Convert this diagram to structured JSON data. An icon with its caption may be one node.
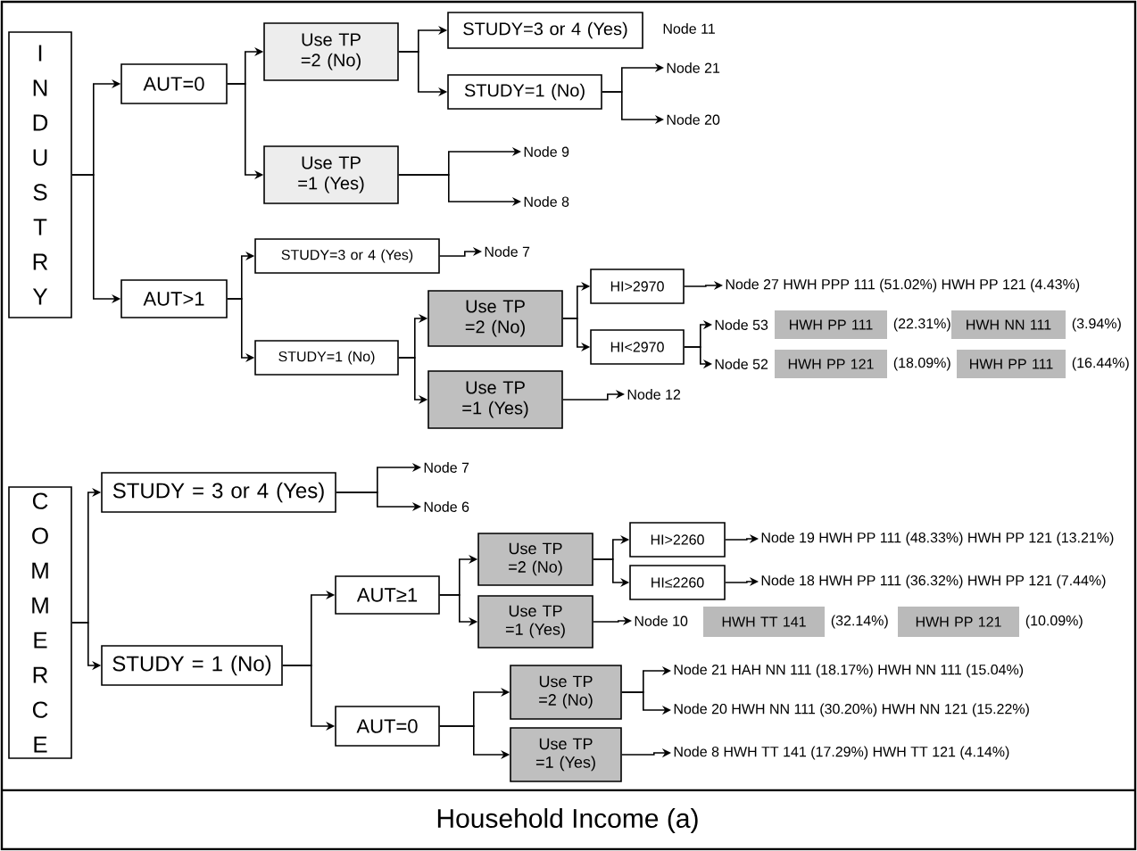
{
  "diagram": {
    "caption": "Household Income (a)",
    "nodes": [
      {
        "text": [
          "I N D U S T R Y"
        ]
      },
      {
        "text": [
          "AUT=0"
        ]
      },
      {
        "text": [
          "Use TP =2 (No)"
        ]
      },
      {
        "text": [
          "STUDY=3 or 4 (Yes)"
        ],
        "beside": [
          "Node 11"
        ]
      },
      {
        "text": [
          "STUDY=1 (No)"
        ]
      },
      {
        "text": [
          "Node 21"
        ]
      },
      {
        "text": [
          "Node 20"
        ]
      },
      {
        "text": [
          "Use TP =1 (Yes)"
        ]
      },
      {
        "text": [
          "Node 9"
        ]
      },
      {
        "text": [
          "Node 8"
        ]
      },
      {
        "text": [
          "AUT>1"
        ]
      },
      {
        "text": [
          "STUDY=3 or 4 (Yes)"
        ]
      },
      {
        "text": [
          "Node 7"
        ]
      },
      {
        "text": [
          "STUDY=1 (No)"
        ]
      },
      {
        "text": [
          "Use TP =2 (No)"
        ]
      },
      {
        "text": [
          "Use TP =1 (Yes)"
        ]
      },
      {
        "text": [
          "HI>2970"
        ]
      },
      {
        "text": [
          "HI<2970"
        ]
      },
      {
        "text": [
          "Node 27 HWH PPP 111 (51.02%) HWH PP 121 (4.43%)"
        ]
      },
      {
        "text": [
          "Node 53"
        ]
      },
      {
        "text": [
          "HWH PP 111"
        ],
        "beside": [
          "(22.31%)"
        ]
      },
      {
        "text": [
          "HWH NN 111"
        ],
        "beside": [
          "(3.94%)"
        ]
      },
      {
        "text": [
          "Node 52"
        ]
      },
      {
        "text": [
          "HWH PP 121"
        ],
        "beside": [
          "(18.09%)"
        ]
      },
      {
        "text": [
          "HWH PP 111"
        ],
        "beside": [
          "(16.44%)"
        ]
      },
      {
        "text": [
          "Node 12"
        ]
      },
      {
        "text": [
          "C O M M E R C E"
        ]
      },
      {
        "text": [
          "STUDY = 3 or 4 (Yes)"
        ]
      },
      {
        "text": [
          "Node 7"
        ]
      },
      {
        "text": [
          "Node 6"
        ]
      },
      {
        "text": [
          "STUDY = 1 (No)"
        ]
      },
      {
        "text": [
          "AUT≥1"
        ]
      },
      {
        "text": [
          "AUT=0"
        ]
      },
      {
        "text": [
          "Use TP =2 (No)"
        ]
      },
      {
        "text": [
          "Use TP =1 (Yes)"
        ]
      },
      {
        "text": [
          "HI>2260"
        ]
      },
      {
        "text": [
          "HI≤2260"
        ]
      },
      {
        "text": [
          "Node 19 HWH PP 111 (48.33%) HWH PP 121 (13.21%)"
        ]
      },
      {
        "text": [
          "Node 18 HWH PP 111 (36.32%) HWH PP 121 (7.44%)"
        ]
      },
      {
        "text": [
          "Node 10"
        ]
      },
      {
        "text": [
          "HWH TT 141"
        ],
        "beside": [
          "(32.14%)"
        ]
      },
      {
        "text": [
          "HWH PP 121"
        ],
        "beside": [
          "(10.09%)"
        ]
      },
      {
        "text": [
          "Use TP =2 (No)"
        ]
      },
      {
        "text": [
          "Use TP =1 (Yes)"
        ]
      },
      {
        "text": [
          "Node 21 HAH NN 111 (18.17%) HWH NN 111 (15.04%)"
        ]
      },
      {
        "text": [
          "Node 20 HWH NN 111 (30.20%) HWH NN 121 (15.22%)"
        ]
      },
      {
        "text": [
          "Node 8 HWH TT 141 (17.29%) HWH TT 121 (4.14%)"
        ]
      }
    ],
    "edges": [
      {
        "from": 0,
        "to": 1,
        "arrow": "to"
      },
      {
        "from": 0,
        "to": 10,
        "arrow": "to"
      },
      {
        "from": 1,
        "to": 2,
        "arrow": "to"
      },
      {
        "from": 1,
        "to": 7,
        "arrow": "to"
      },
      {
        "from": 2,
        "to": 3,
        "arrow": "to"
      },
      {
        "from": 2,
        "to": 4,
        "arrow": "to"
      },
      {
        "from": 4,
        "to": 5,
        "arrow": "to"
      },
      {
        "from": 4,
        "to": 6,
        "arrow": "to"
      },
      {
        "from": 7,
        "to": 8,
        "arrow": "to"
      },
      {
        "from": 7,
        "to": 9,
        "arrow": "to"
      },
      {
        "from": 10,
        "to": 11,
        "arrow": "to"
      },
      {
        "from": 10,
        "to": 13,
        "arrow": "to"
      },
      {
        "from": 11,
        "to": 12,
        "arrow": "to"
      },
      {
        "from": 13,
        "to": 14,
        "arrow": "to"
      },
      {
        "from": 13,
        "to": 15,
        "arrow": "to"
      },
      {
        "from": 14,
        "to": 16,
        "arrow": "to"
      },
      {
        "from": 14,
        "to": 17,
        "arrow": "to"
      },
      {
        "from": 16,
        "to": 18,
        "arrow": "to"
      },
      {
        "from": 17,
        "to": 19,
        "arrow": "to"
      },
      {
        "from": 17,
        "to": 22,
        "arrow": "to"
      },
      {
        "from": 15,
        "to": 25,
        "arrow": "to"
      },
      {
        "from": 26,
        "to": 27,
        "arrow": "to"
      },
      {
        "from": 26,
        "to": 30,
        "arrow": "to"
      },
      {
        "from": 27,
        "to": 28,
        "arrow": "to"
      },
      {
        "from": 27,
        "to": 29,
        "arrow": "to"
      },
      {
        "from": 30,
        "to": 31,
        "arrow": "to"
      },
      {
        "from": 30,
        "to": 32,
        "arrow": "to"
      },
      {
        "from": 31,
        "to": 33,
        "arrow": "to"
      },
      {
        "from": 31,
        "to": 34,
        "arrow": "to"
      },
      {
        "from": 33,
        "to": 35,
        "arrow": "to"
      },
      {
        "from": 33,
        "to": 36,
        "arrow": "to"
      },
      {
        "from": 35,
        "to": 37,
        "arrow": "to"
      },
      {
        "from": 36,
        "to": 38,
        "arrow": "to"
      },
      {
        "from": 34,
        "to": 39,
        "arrow": "to"
      },
      {
        "from": 32,
        "to": 42,
        "arrow": "to"
      },
      {
        "from": 32,
        "to": 43,
        "arrow": "to"
      },
      {
        "from": 42,
        "to": 44,
        "arrow": "to"
      },
      {
        "from": 42,
        "to": 45,
        "arrow": "to"
      },
      {
        "from": 43,
        "to": 46,
        "arrow": "to"
      }
    ]
  }
}
